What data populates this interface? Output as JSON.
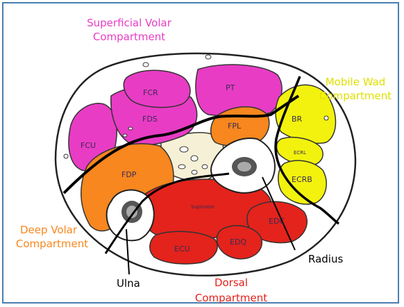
{
  "colors": {
    "superficial": "#e83cc4",
    "deep": "#f7871e",
    "mobile": "#f2f20e",
    "dorsal": "#e3231c",
    "frame": "#4a7eb0",
    "muscle_text": "#3a2a55"
  },
  "compartments": {
    "superficial_line1": "Superficial Volar",
    "superficial_line2": "Compartment",
    "mobile_line1": "Mobile Wad",
    "mobile_line2": "Compartment",
    "deep_line1": "Deep Volar",
    "deep_line2": "Compartment",
    "dorsal_line1": "Dorsal",
    "dorsal_line2": "Compartment"
  },
  "bones": {
    "radius": "Radius",
    "ulna": "Ulna"
  },
  "muscles": {
    "fcr": "FCR",
    "pt": "PT",
    "fds": "FDS",
    "fcu": "FCU",
    "fpl": "FPL",
    "fdp": "FDP",
    "br": "BR",
    "ecrl": "ECRL",
    "ecrb": "ECRB",
    "supinator": "Supinator",
    "edc": "EDC",
    "edq": "EDQ",
    "ecu": "ECU"
  }
}
